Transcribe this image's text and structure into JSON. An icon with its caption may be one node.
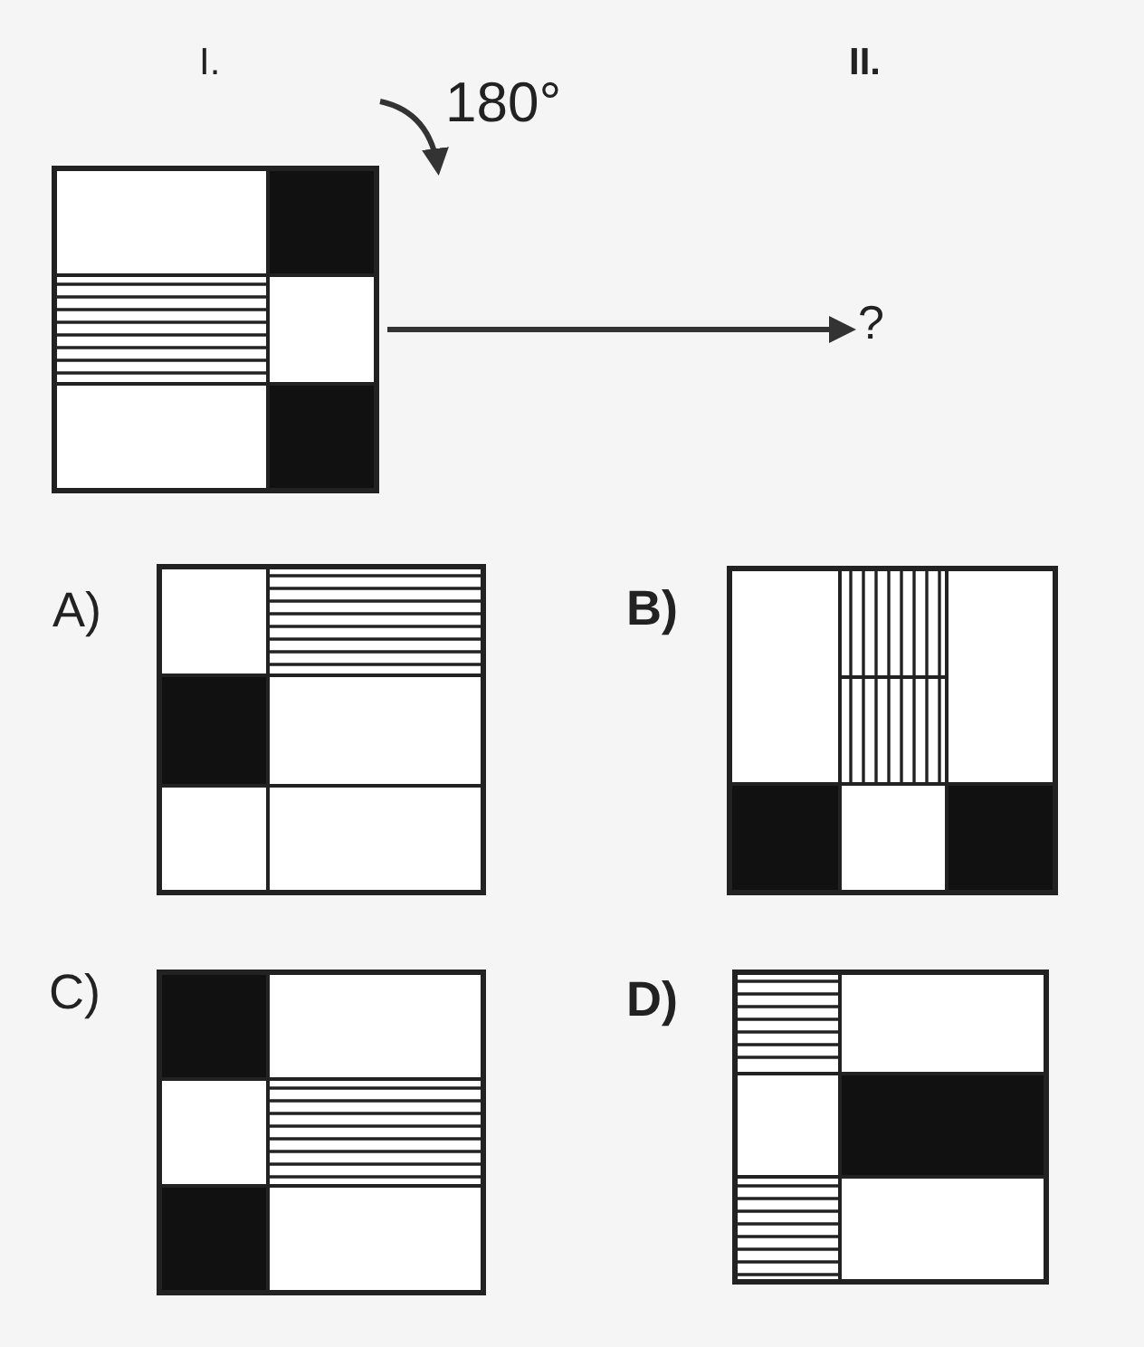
{
  "diagram": {
    "nodes": [
      {
        "text": [],
        "shape": "box"
      },
      {
        "text": [
          "?"
        ]
      }
    ],
    "edges": [
      {
        "from": 0,
        "to": 1,
        "arrow": "to"
      }
    ],
    "labels": [
      "I.",
      "II.",
      "180°",
      "A)",
      "B)",
      "C)",
      "D)"
    ]
  }
}
